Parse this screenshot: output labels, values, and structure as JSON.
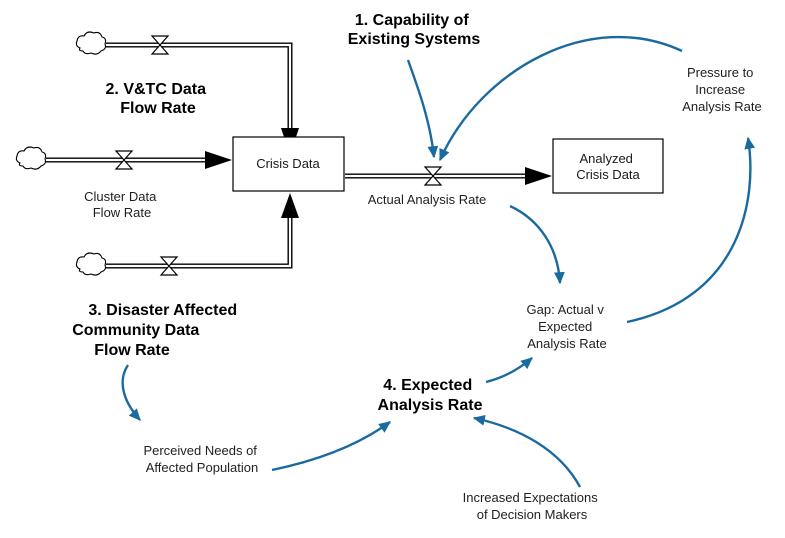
{
  "colors": {
    "causal_link": "#1a6aa0",
    "flow_pipe": "#000000",
    "text": "#1f1f1f"
  },
  "icons": [
    "cloud-source-icon",
    "valve-icon",
    "flow-arrowhead-icon",
    "causal-arrowhead-icon"
  ],
  "stocks": {
    "crisis_data": "Crisis Data",
    "analyzed_crisis_data": [
      "Analyzed",
      "Crisis Data"
    ]
  },
  "flows": {
    "vtc": [
      "2. V&TC Data",
      "Flow Rate"
    ],
    "cluster": [
      "Cluster Data",
      "Flow Rate"
    ],
    "disaster": [
      "3. Disaster Affected",
      "Community Data",
      "Flow Rate"
    ],
    "analysis": "Actual Analysis Rate"
  },
  "variables": {
    "capability": [
      "1. Capability of",
      "Existing Systems"
    ],
    "pressure": [
      "Pressure to",
      "Increase",
      "Analysis Rate"
    ],
    "gap": [
      "Gap: Actual v",
      "Expected",
      "Analysis Rate"
    ],
    "expected": [
      "4. Expected",
      "Analysis Rate"
    ],
    "perceived": [
      "Perceived Needs of",
      "Affected Population"
    ],
    "increased": [
      "Increased Expectations",
      "of Decision Makers"
    ]
  }
}
